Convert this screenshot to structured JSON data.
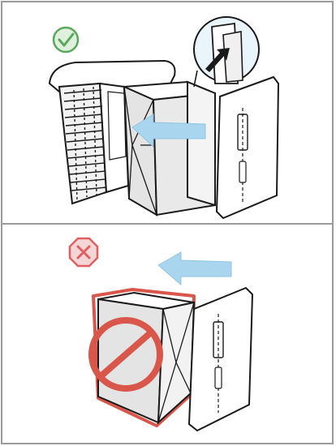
{
  "panels": [
    {
      "id": "correct",
      "status": "correct",
      "status_icon": "checkmark-circle-icon",
      "status_color": "#5aa85a",
      "arrow_direction": "left",
      "arrow_color": "#a9d6ee",
      "shows_zoom_callout": true,
      "shows_purifier_body": true
    },
    {
      "id": "incorrect",
      "status": "incorrect",
      "status_icon": "x-octagon-icon",
      "status_color": "#e06060",
      "arrow_direction": "left",
      "arrow_color": "#a9d6ee",
      "shows_zoom_callout": false,
      "shows_purifier_body": false,
      "prohibition_color": "#d9574a",
      "highlight_outline_color": "#d9574a"
    }
  ],
  "colors": {
    "line": "#1a1a1a",
    "panel_border": "#9a9a9a",
    "filter_fill": "#e4e4e4",
    "cover_fill": "#ffffff"
  }
}
